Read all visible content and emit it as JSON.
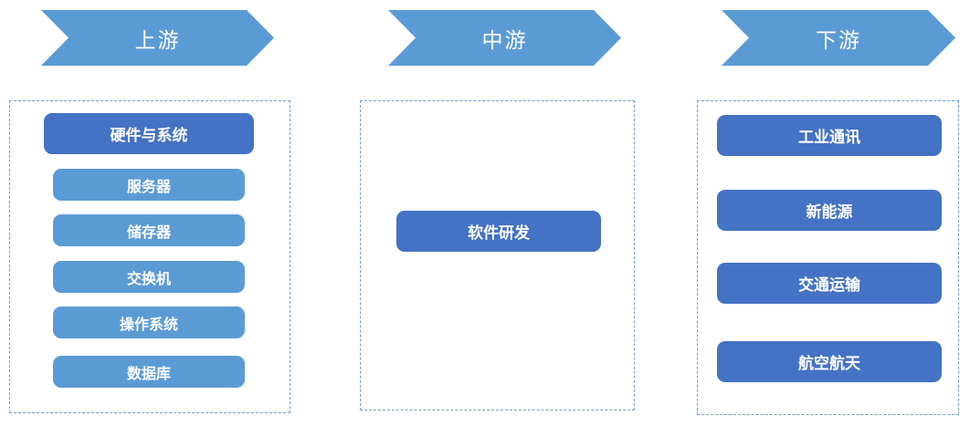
{
  "colors": {
    "arrow": "#5B9BD5",
    "dark_box": "#4472C4",
    "light_box": "#5B9BD5",
    "dashed_border": "#6FA0D8",
    "text": "#FFFFFF",
    "background": "#FFFFFF"
  },
  "columns": [
    {
      "id": "upstream",
      "header": "上游",
      "items": [
        {
          "label": "硬件与系统",
          "style": "dark"
        },
        {
          "label": "服务器",
          "style": "light"
        },
        {
          "label": "储存器",
          "style": "light"
        },
        {
          "label": "交换机",
          "style": "light"
        },
        {
          "label": "操作系统",
          "style": "light"
        },
        {
          "label": "数据库",
          "style": "light"
        }
      ]
    },
    {
      "id": "midstream",
      "header": "中游",
      "items": [
        {
          "label": "软件研发",
          "style": "dark"
        }
      ]
    },
    {
      "id": "downstream",
      "header": "下游",
      "items": [
        {
          "label": "工业通讯",
          "style": "dark"
        },
        {
          "label": "新能源",
          "style": "dark"
        },
        {
          "label": "交通运输",
          "style": "dark"
        },
        {
          "label": "航空航天",
          "style": "dark"
        }
      ]
    }
  ]
}
